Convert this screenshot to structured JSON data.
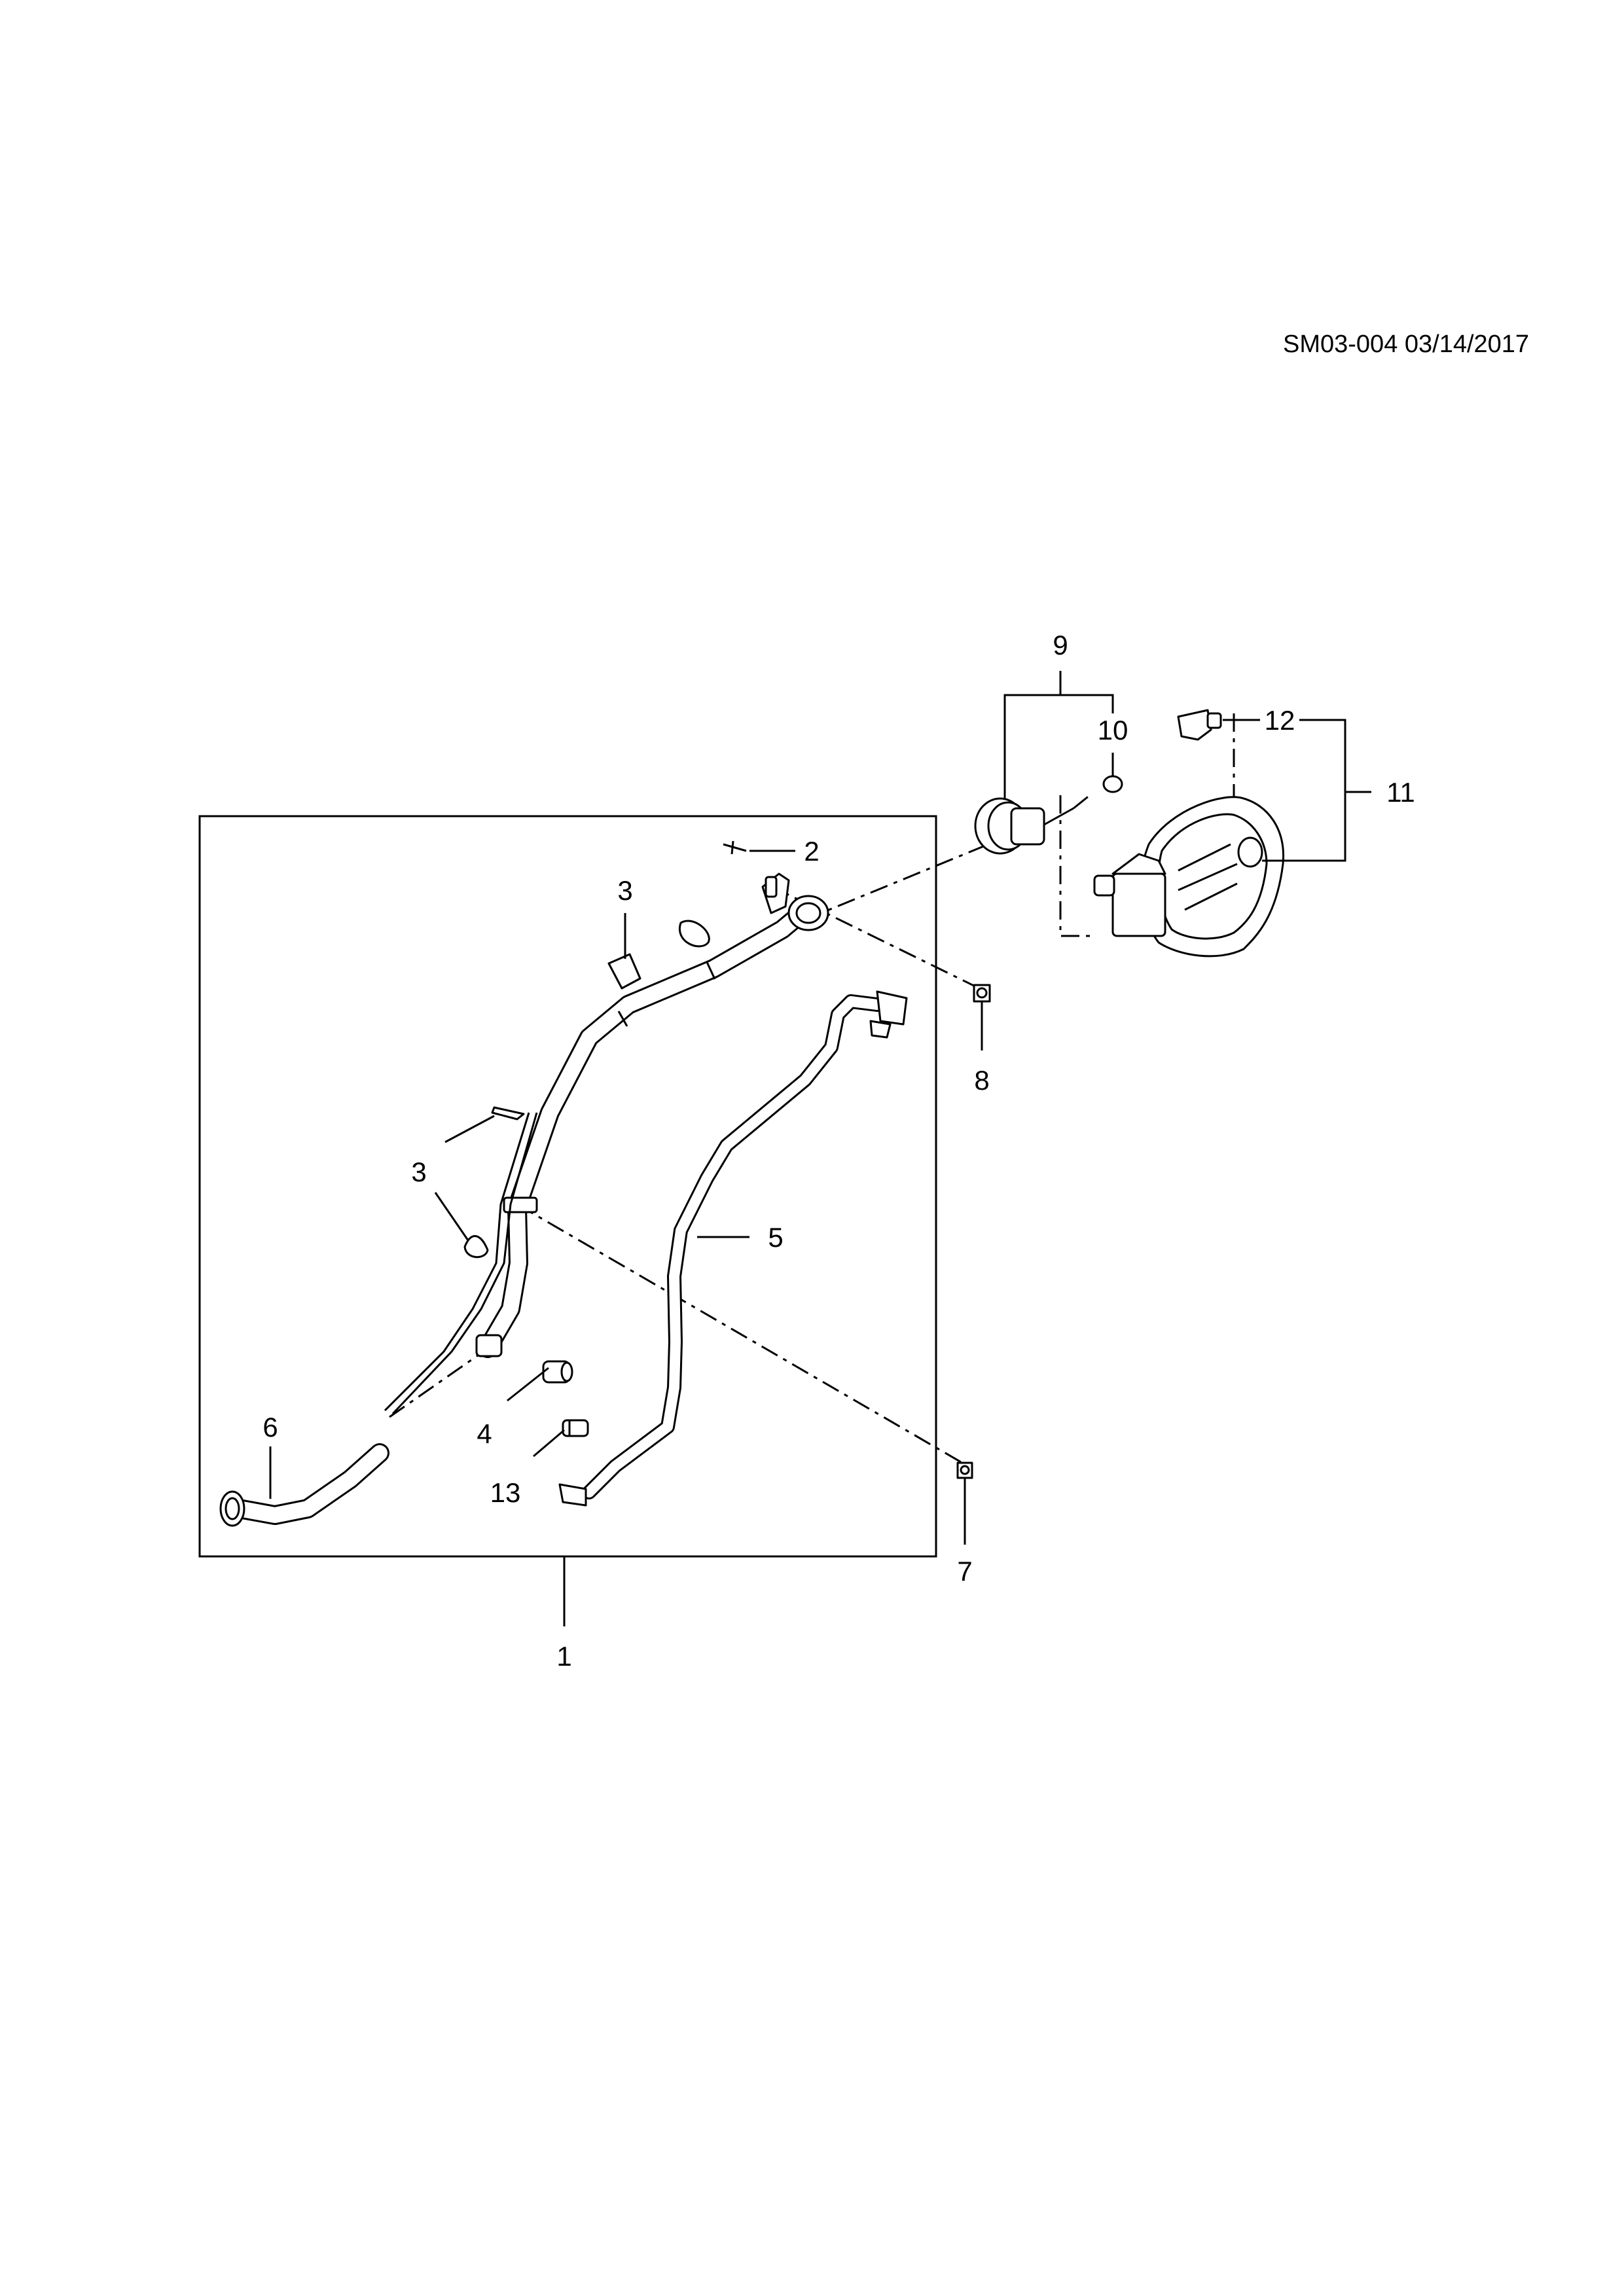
{
  "drawing_ref": "SM03-004 03/14/2017",
  "callouts": [
    {
      "id": "c1",
      "label": "1"
    },
    {
      "id": "c2",
      "label": "2"
    },
    {
      "id": "c3a",
      "label": "3"
    },
    {
      "id": "c3b",
      "label": "3"
    },
    {
      "id": "c4",
      "label": "4"
    },
    {
      "id": "c5",
      "label": "5"
    },
    {
      "id": "c6",
      "label": "6"
    },
    {
      "id": "c7",
      "label": "7"
    },
    {
      "id": "c8",
      "label": "8"
    },
    {
      "id": "c9",
      "label": "9"
    },
    {
      "id": "c10",
      "label": "10"
    },
    {
      "id": "c11",
      "label": "11"
    },
    {
      "id": "c12",
      "label": "12"
    },
    {
      "id": "c13",
      "label": "13"
    }
  ]
}
